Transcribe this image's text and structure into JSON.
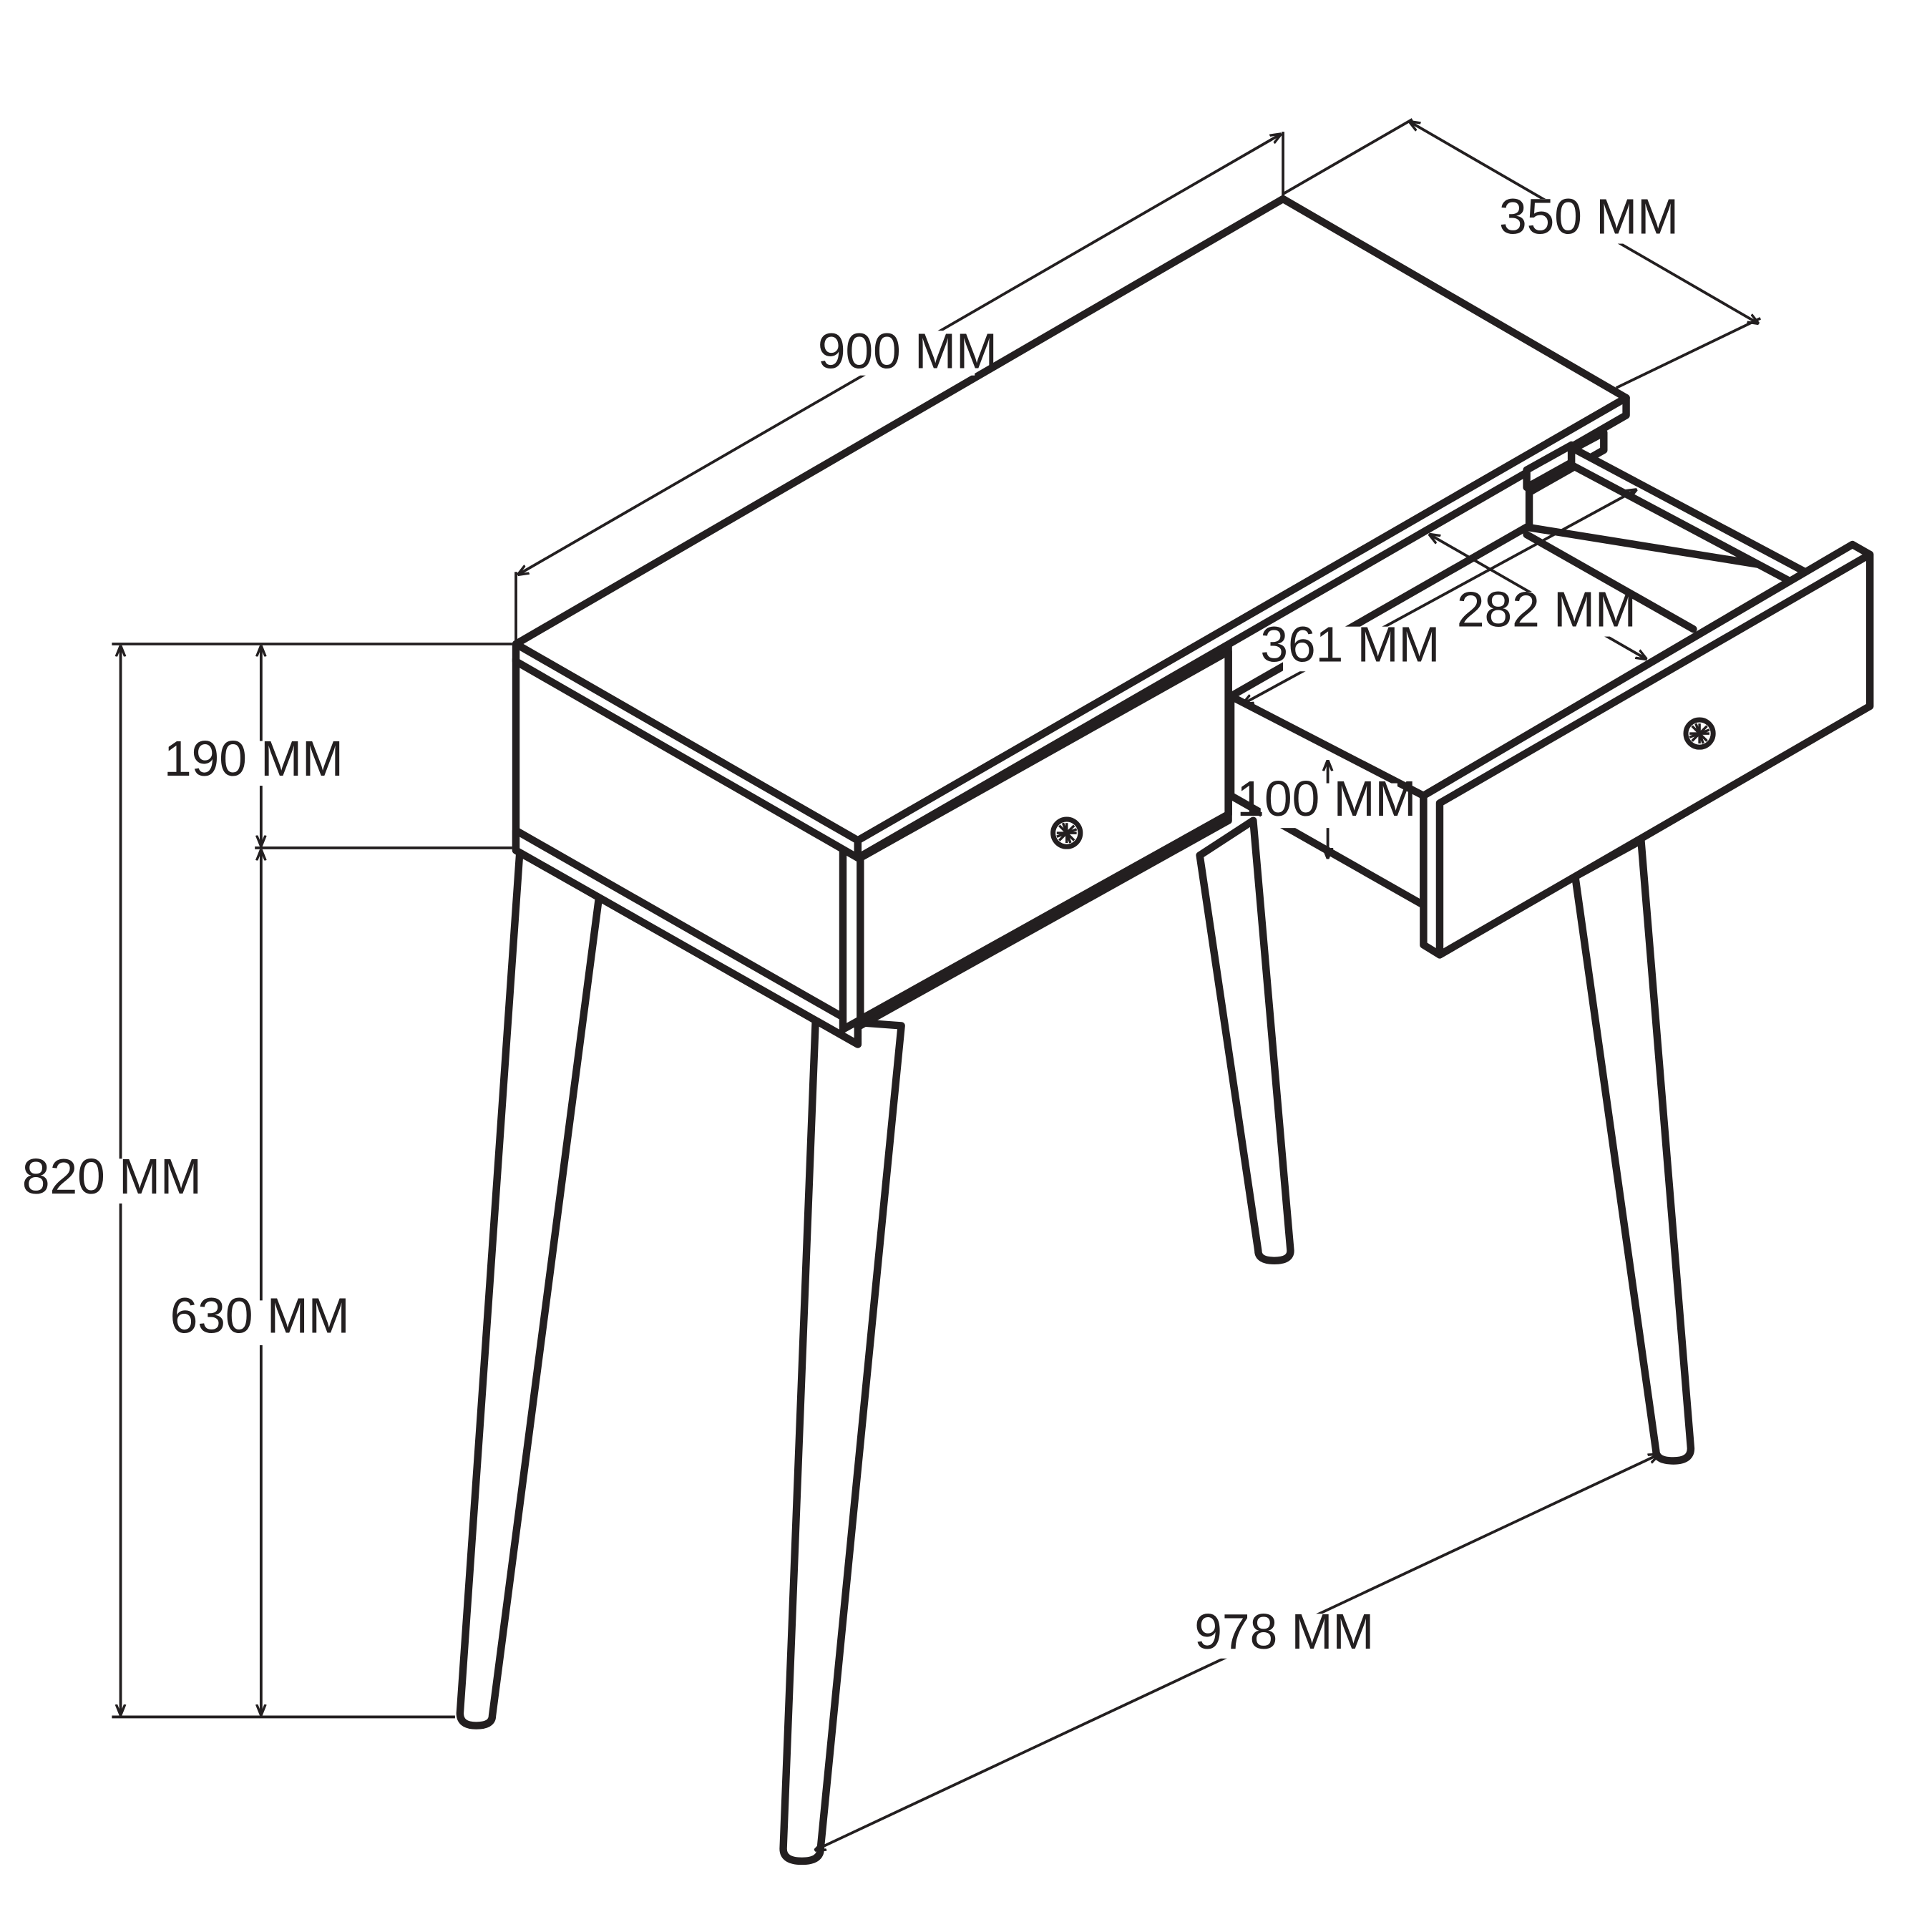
{
  "dimensions": {
    "width": "900 MM",
    "depth": "350 MM",
    "total_height": "820 MM",
    "body_height": "190 MM",
    "leg_height": "630 MM",
    "leg_span": "978 MM",
    "drawer_length": "361 MM",
    "drawer_width": "282 MM",
    "drawer_height": "100 MM"
  },
  "colors": {
    "line": "#231f20",
    "background": "#ffffff"
  }
}
